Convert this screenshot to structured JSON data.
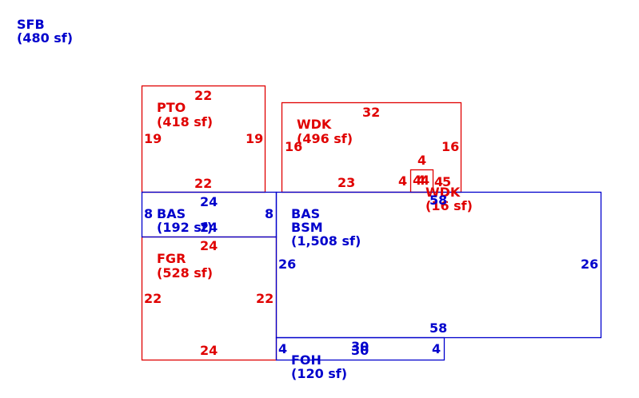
{
  "colors": {
    "red": "#e00000",
    "blue": "#0000cc"
  },
  "areas": {
    "sfb": {
      "code": "SFB",
      "size": "(480 sf)"
    },
    "pto": {
      "code": "PTO",
      "size": "(418 sf)"
    },
    "wdk1": {
      "code": "WDK",
      "size": "(496 sf)"
    },
    "wdk2": {
      "code": "WDK",
      "size": "(16 sf)"
    },
    "bas_small": {
      "code": "BAS",
      "size": "(192 sf)"
    },
    "bas_main": {
      "code": "BAS",
      "code2": "BSM",
      "size": "(1,508 sf)"
    },
    "fgr": {
      "code": "FGR",
      "size": "(528 sf)"
    },
    "foh": {
      "code": "FOH",
      "size": "(120 sf)"
    }
  },
  "dimensions": {
    "pto": [
      "22",
      "19",
      "19",
      "22"
    ],
    "wdk1": [
      "32",
      "16",
      "16",
      "23",
      "4"
    ],
    "wdk2": [
      "4",
      "4",
      "4",
      "4",
      "4",
      "5"
    ],
    "bas_small": [
      "24",
      "8",
      "8",
      "24"
    ],
    "bas_main": [
      "58",
      "26",
      "26",
      "58"
    ],
    "fgr": [
      "24",
      "22",
      "22",
      "24"
    ],
    "foh": [
      "30",
      "30",
      "4",
      "4"
    ]
  }
}
